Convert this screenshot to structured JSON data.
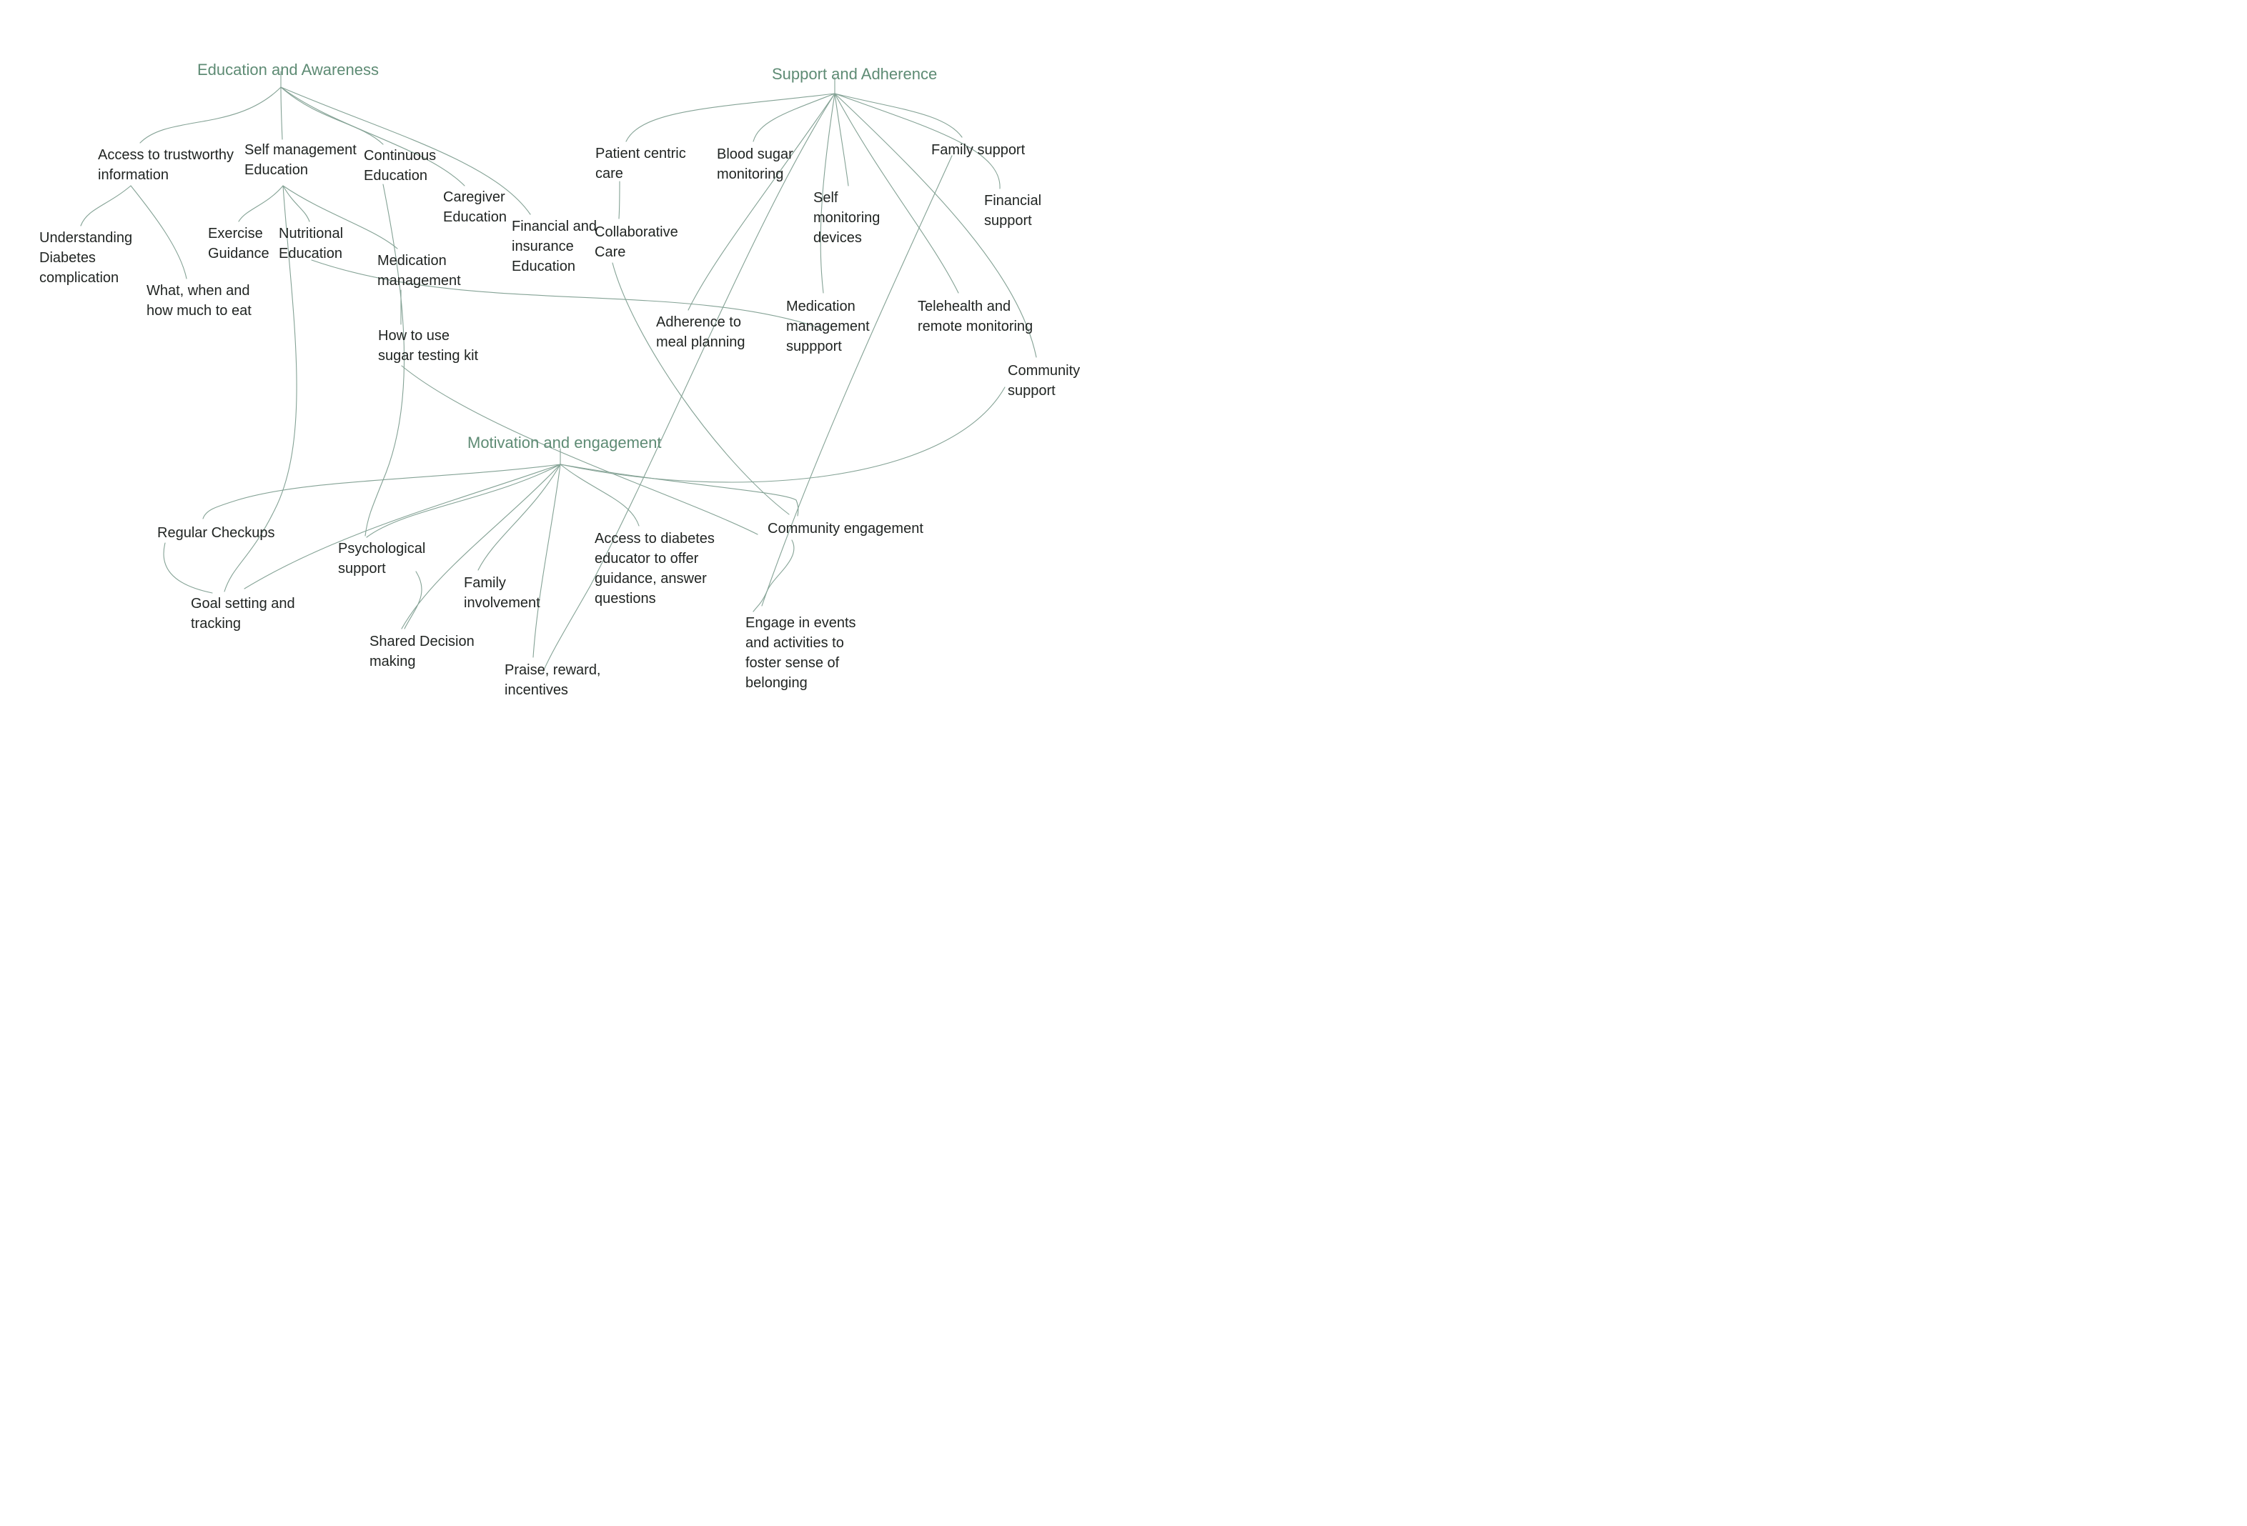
{
  "diagram": {
    "type": "mind-map",
    "subject": "Diabetes patient care mind map",
    "colors": {
      "background": "#ffffff",
      "topic_heading": "#5e8b74",
      "node_text": "#212523",
      "connector": "#84a295"
    },
    "nodes": {
      "ea": {
        "label": "Education and Awareness",
        "role": "topic"
      },
      "sa": {
        "label": "Support and Adherence",
        "role": "topic"
      },
      "me": {
        "label": "Motivation and engagement",
        "role": "topic"
      },
      "access": {
        "label": "Access to trustworthy\ninformation"
      },
      "selfmgmt": {
        "label": "Self management\nEducation"
      },
      "continuous": {
        "label": "Continuous\nEducation"
      },
      "caregiver": {
        "label": "Caregiver\nEducation"
      },
      "understanding": {
        "label": "Understanding\nDiabetes\ncomplication"
      },
      "whatwhen": {
        "label": "What, when and\nhow much to eat"
      },
      "exercise": {
        "label": "Exercise\nGuidance"
      },
      "nutritional": {
        "label": "Nutritional\nEducation"
      },
      "medmgmt": {
        "label": "Medication\nmanagement"
      },
      "howto": {
        "label": "How to use\nsugar testing kit"
      },
      "finins": {
        "label": "Financial and\ninsurance\nEducation"
      },
      "collab": {
        "label": "Collaborative\nCare"
      },
      "patient": {
        "label": "Patient centric\ncare"
      },
      "blood": {
        "label": "Blood sugar\nmonitoring"
      },
      "famsup": {
        "label": "Family support"
      },
      "selfmon": {
        "label": "Self\nmonitoring\ndevices"
      },
      "finsup": {
        "label": "Financial\nsupport"
      },
      "medsupp": {
        "label": "Medication\nmanagement\nsuppport"
      },
      "telehealth": {
        "label": "Telehealth and\nremote monitoring"
      },
      "commsup": {
        "label": "Community\nsupport"
      },
      "adherence": {
        "label": "Adherence to\nmeal planning"
      },
      "regular": {
        "label": "Regular Checkups"
      },
      "goal": {
        "label": "Goal setting and\ntracking"
      },
      "psych": {
        "label": "Psychological\nsupport"
      },
      "shared": {
        "label": "Shared Decision\nmaking"
      },
      "faminv": {
        "label": "Family\ninvolvement"
      },
      "praise": {
        "label": "Praise, reward,\nincentives"
      },
      "educator": {
        "label": "Access to diabetes\neducator to offer\nguidance, answer\nquestions"
      },
      "commeng": {
        "label": "Community engagement"
      },
      "engage": {
        "label": "Engage in events\nand activities to\nfoster sense of\nbelonging"
      }
    },
    "edges": [
      {
        "from": "ea",
        "to": "access"
      },
      {
        "from": "ea",
        "to": "selfmgmt"
      },
      {
        "from": "ea",
        "to": "continuous"
      },
      {
        "from": "ea",
        "to": "caregiver"
      },
      {
        "from": "ea",
        "to": "finins"
      },
      {
        "from": "access",
        "to": "understanding"
      },
      {
        "from": "access",
        "to": "whatwhen"
      },
      {
        "from": "selfmgmt",
        "to": "exercise"
      },
      {
        "from": "selfmgmt",
        "to": "nutritional"
      },
      {
        "from": "selfmgmt",
        "to": "medmgmt"
      },
      {
        "from": "selfmgmt",
        "to": "goal"
      },
      {
        "from": "medmgmt",
        "to": "howto"
      },
      {
        "from": "continuous",
        "to": "psych"
      },
      {
        "from": "nutritional",
        "to": "medsupp"
      },
      {
        "from": "sa",
        "to": "patient"
      },
      {
        "from": "sa",
        "to": "blood"
      },
      {
        "from": "sa",
        "to": "famsup"
      },
      {
        "from": "sa",
        "to": "selfmon"
      },
      {
        "from": "sa",
        "to": "finsup"
      },
      {
        "from": "sa",
        "to": "medsupp"
      },
      {
        "from": "sa",
        "to": "telehealth"
      },
      {
        "from": "sa",
        "to": "commsup"
      },
      {
        "from": "sa",
        "to": "adherence"
      },
      {
        "from": "sa",
        "to": "praise"
      },
      {
        "from": "patient",
        "to": "collab"
      },
      {
        "from": "famsup",
        "to": "engage"
      },
      {
        "from": "me",
        "to": "regular"
      },
      {
        "from": "me",
        "to": "psych"
      },
      {
        "from": "me",
        "to": "shared"
      },
      {
        "from": "me",
        "to": "faminv"
      },
      {
        "from": "me",
        "to": "praise"
      },
      {
        "from": "me",
        "to": "educator"
      },
      {
        "from": "me",
        "to": "commeng"
      },
      {
        "from": "me",
        "to": "goal"
      },
      {
        "from": "me",
        "to": "commsup"
      },
      {
        "from": "regular",
        "to": "goal"
      },
      {
        "from": "psych",
        "to": "shared"
      },
      {
        "from": "commeng",
        "to": "engage"
      },
      {
        "from": "collab",
        "to": "commeng"
      },
      {
        "from": "howto",
        "to": "commeng"
      }
    ]
  }
}
